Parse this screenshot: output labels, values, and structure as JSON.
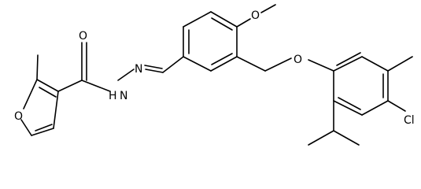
{
  "molecule": {
    "atoms": [
      {
        "id": "O_furan",
        "label": "O"
      },
      {
        "id": "O_carbonyl",
        "label": "O"
      },
      {
        "id": "N_hydrazide",
        "label": "N"
      },
      {
        "id": "H_hydrazide",
        "label": "H"
      },
      {
        "id": "N_imine",
        "label": "N"
      },
      {
        "id": "O_methoxy",
        "label": "O"
      },
      {
        "id": "O_ether",
        "label": "O"
      },
      {
        "id": "Cl",
        "label": "Cl"
      }
    ]
  }
}
